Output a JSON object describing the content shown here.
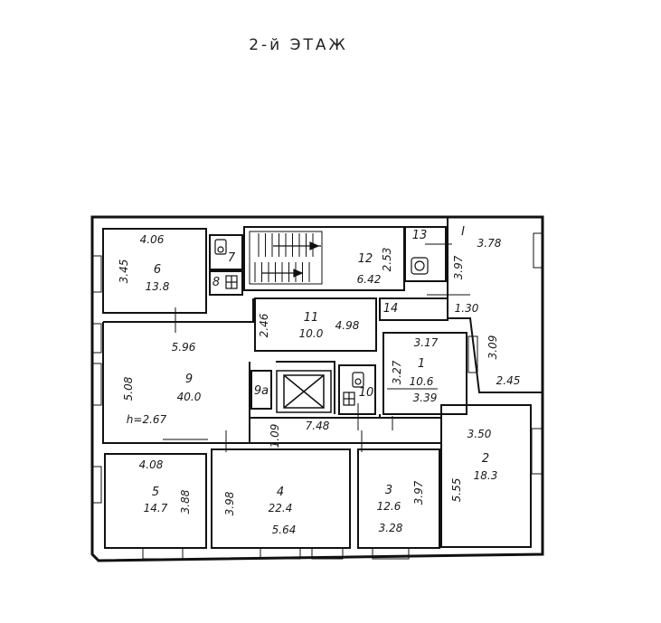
{
  "title": "2-й ЭТАЖ",
  "rooms": [
    {
      "id": "1",
      "area": "10.6"
    },
    {
      "id": "2",
      "area": "18.3"
    },
    {
      "id": "3",
      "area": "12.6"
    },
    {
      "id": "4",
      "area": "22.4"
    },
    {
      "id": "5",
      "area": "14.7"
    },
    {
      "id": "6",
      "area": "13.8"
    },
    {
      "id": "7",
      "area": ""
    },
    {
      "id": "8",
      "area": ""
    },
    {
      "id": "9",
      "area": "40.0"
    },
    {
      "id": "9a",
      "label": "9а",
      "area": ""
    },
    {
      "id": "10",
      "area": ""
    },
    {
      "id": "11",
      "area": "10.0"
    },
    {
      "id": "12",
      "area": ""
    },
    {
      "id": "13",
      "area": ""
    },
    {
      "id": "14",
      "area": ""
    },
    {
      "id": "I",
      "label": "I",
      "area": ""
    }
  ],
  "dimensions": {
    "r6_w": "4.06",
    "r6_h": "3.45",
    "r9_w": "5.96",
    "r9_h": "5.08",
    "r9_ceiling": "h=2.67",
    "r11_w": "4.98",
    "r11_h": "2.46",
    "r12_w": "6.42",
    "r12_h": "2.53",
    "rI_w": "3.78",
    "rI_h": "3.97",
    "rI_x": "1.30",
    "rI_d": "3.09",
    "rI_b": "2.45",
    "r1_w": "3.17",
    "r1_h": "3.27",
    "r1_b": "3.39",
    "corr_len": "7.48",
    "corr_w": "1.09",
    "r2_w": "3.50",
    "r2_h": "5.55",
    "r5_w": "4.08",
    "r5_h": "3.88",
    "r4_h": "3.98",
    "r4_w": "5.64",
    "r3_h": "3.97",
    "r3_w": "3.28"
  }
}
